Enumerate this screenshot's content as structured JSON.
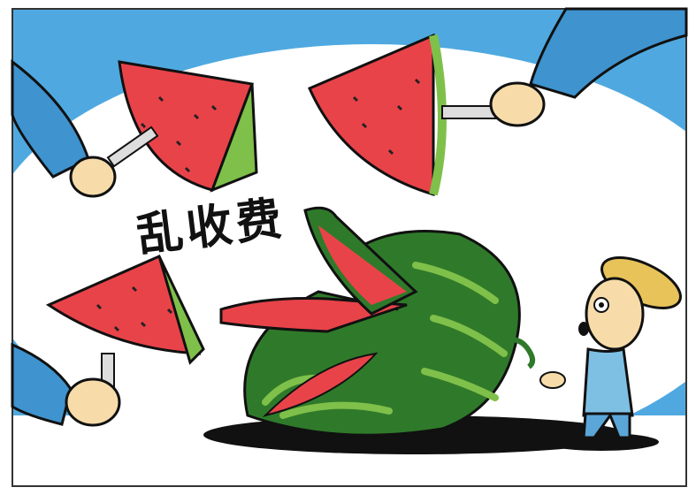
{
  "caption": "乱收费",
  "colors": {
    "sky": "#4fa9e0",
    "cloud": "#ffffff",
    "sleeve": "#3f93cf",
    "skin": "#f7dcaa",
    "rind_dark": "#2f7a2a",
    "rind_light": "#7fc04a",
    "flesh": "#e9434a",
    "seed": "#222222",
    "ground_shadow": "#111111",
    "hat": "#e8c35a",
    "shirt": "#7ec0e4",
    "pants": "#5aa6d8"
  },
  "icons": [
    "watermelon-slice",
    "knife",
    "hand",
    "whole-watermelon",
    "farmer"
  ]
}
